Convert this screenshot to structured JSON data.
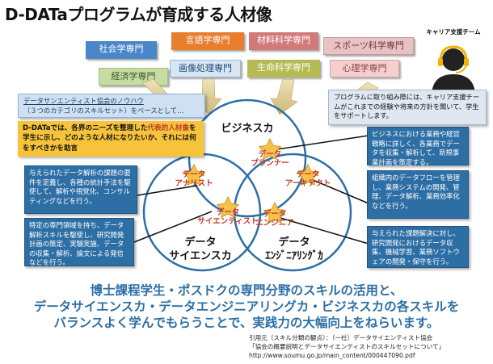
{
  "title": "D-DATaプログラムが育成する人材像",
  "categories": {
    "gengo": "言語学専門",
    "shakai": "社会学専門",
    "zairyo": "材料科学専門",
    "sports": "スポーツ科学専門",
    "gazo": "画像処理専門",
    "keizai": "経済学専門",
    "seimei": "生命科学専門",
    "shinri": "心理学専門"
  },
  "career": {
    "label": "キャリア支援チーム",
    "icon": "headset-person-icon"
  },
  "knowhow": {
    "line1": "データサンエンティスト協会のノウハウ",
    "line2": "（３つのカテゴリのスキルセット）をベースとして…"
  },
  "career_note": "プログラムに取り組み際には、キャリア支援チームがこれまでの経験や将来の方針を聞いて、学生をサポートします。",
  "main_note": {
    "part1": "D-DATaでは、各界のニーズを整理した",
    "highlight": "代表的人材像",
    "part2": "を学生に示し、どのような人材になりたいか、それには何をすべきかを助言"
  },
  "circles": {
    "business": "ビジネスカ",
    "data_science": [
      "データ",
      "サイエンスカ"
    ],
    "data_engineering": [
      "データ",
      "ｴﾝｼﾞﾆｱﾘﾝｸﾞｶ"
    ]
  },
  "stars": {
    "planner": [
      "データ",
      "プランナー"
    ],
    "analyst": [
      "データ",
      "アナリスト"
    ],
    "architect": [
      "データ",
      "アーキテクト"
    ],
    "scientist": [
      "データ",
      "サイエンティスト"
    ],
    "engineer": [
      "データ",
      "エンジニア"
    ]
  },
  "descriptions": {
    "planner": "ビジネスにおける業務や経営戦略に詳しく、各業務でデータを収集・解析して、新規事業計画を策定する。",
    "analyst": "与えられたデータ解析の課題の要件を定義し、各種の統計手法を駆使して、解析や視覚化、コンサルティングなどを行う。",
    "architect": "組織内のデータフローを管理し、業務システムの開発、管理、データ解析、業務効率化などを行う。",
    "scientist": "特定の専門領域を持ち、データ解析スキルを駆使し、研究開発計画の策定、実験実施、データの収集・解析、論文による発信などを行う。",
    "engineer": "与えられた課題解決に対し、研究開発におけるデータ収集、機械学習、業務ソフトウェアの開発・保守を行う。"
  },
  "bottom": [
    "博士課程学生・ポスドクの専門分野のスキルの活用と、",
    "データサイエンスカ・データエンジニアリングカ・ビジネスカの各スキルを",
    "バランスよく学んでもらうことで、実践力の大幅向上をねらいます。"
  ],
  "citation": [
    "引用元（スキル分類の観点）：（一社）データサイエンティスト協会",
    "「協会の概要説明とデータサイエンティストのスキルセットについて」",
    "http://www.soumu.go.jp/main_content/000447090.pdf"
  ],
  "colors": {
    "gengo": "#e87d2e",
    "shakai": "#4a86c8",
    "zairyo": "#d27a7a",
    "sports": "#e9c3c3",
    "gazo": "#d6e6f3",
    "keizai": "#c7dca5",
    "seimei": "#b5ba53",
    "shinri": "#f4cfcf",
    "accent_blue": "#2d6fa5",
    "star_fill": "#f7c24a"
  }
}
